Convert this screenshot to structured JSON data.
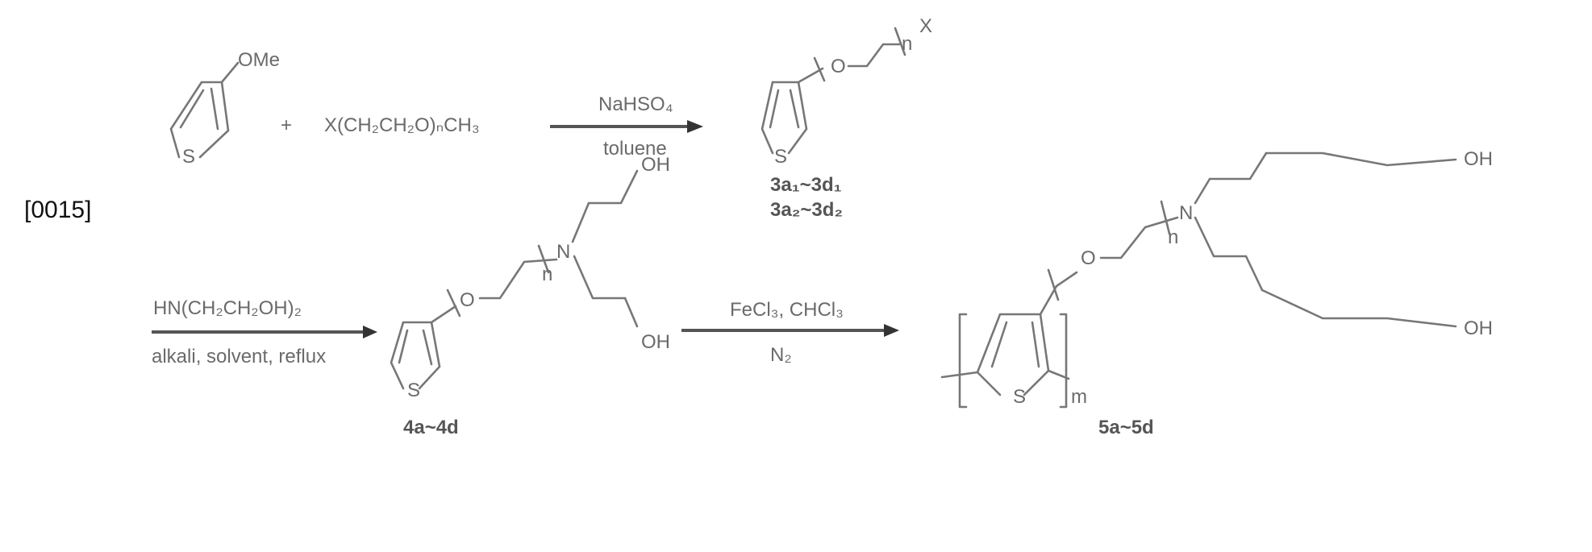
{
  "paragraph_number": "[0015]",
  "reaction1": {
    "reactant1": {
      "substituent": "OMe",
      "ring_atom": "S"
    },
    "plus": "+",
    "reactant2": "X(CH₂CH₂O)ₙCH₃",
    "reagent_above": "NaHSO₄",
    "reagent_below": "toluene",
    "product": {
      "o_atom": "O",
      "n_label": "n",
      "x_atom": "X",
      "ring_atom": "S",
      "label1": "3a₁~3d₁",
      "label2": "3a₂~3d₂"
    }
  },
  "reaction2": {
    "reagent_above": "HN(CH₂CH₂OH)₂",
    "reagent_below": "alkali, solvent, reflux",
    "product": {
      "o_atom": "O",
      "n_label": "n",
      "n_atom": "N",
      "oh_top": "OH",
      "oh_bottom": "OH",
      "ring_atom": "S",
      "label": "4a~4d"
    }
  },
  "reaction3": {
    "reagent_above": "FeCl₃, CHCl₃",
    "reagent_below": "N₂",
    "product": {
      "o_atom": "O",
      "n_label": "n",
      "n_atom": "N",
      "oh_top": "OH",
      "oh_bottom": "OH",
      "ring_atom": "S",
      "m_label": "m",
      "label": "5a~5d"
    }
  }
}
